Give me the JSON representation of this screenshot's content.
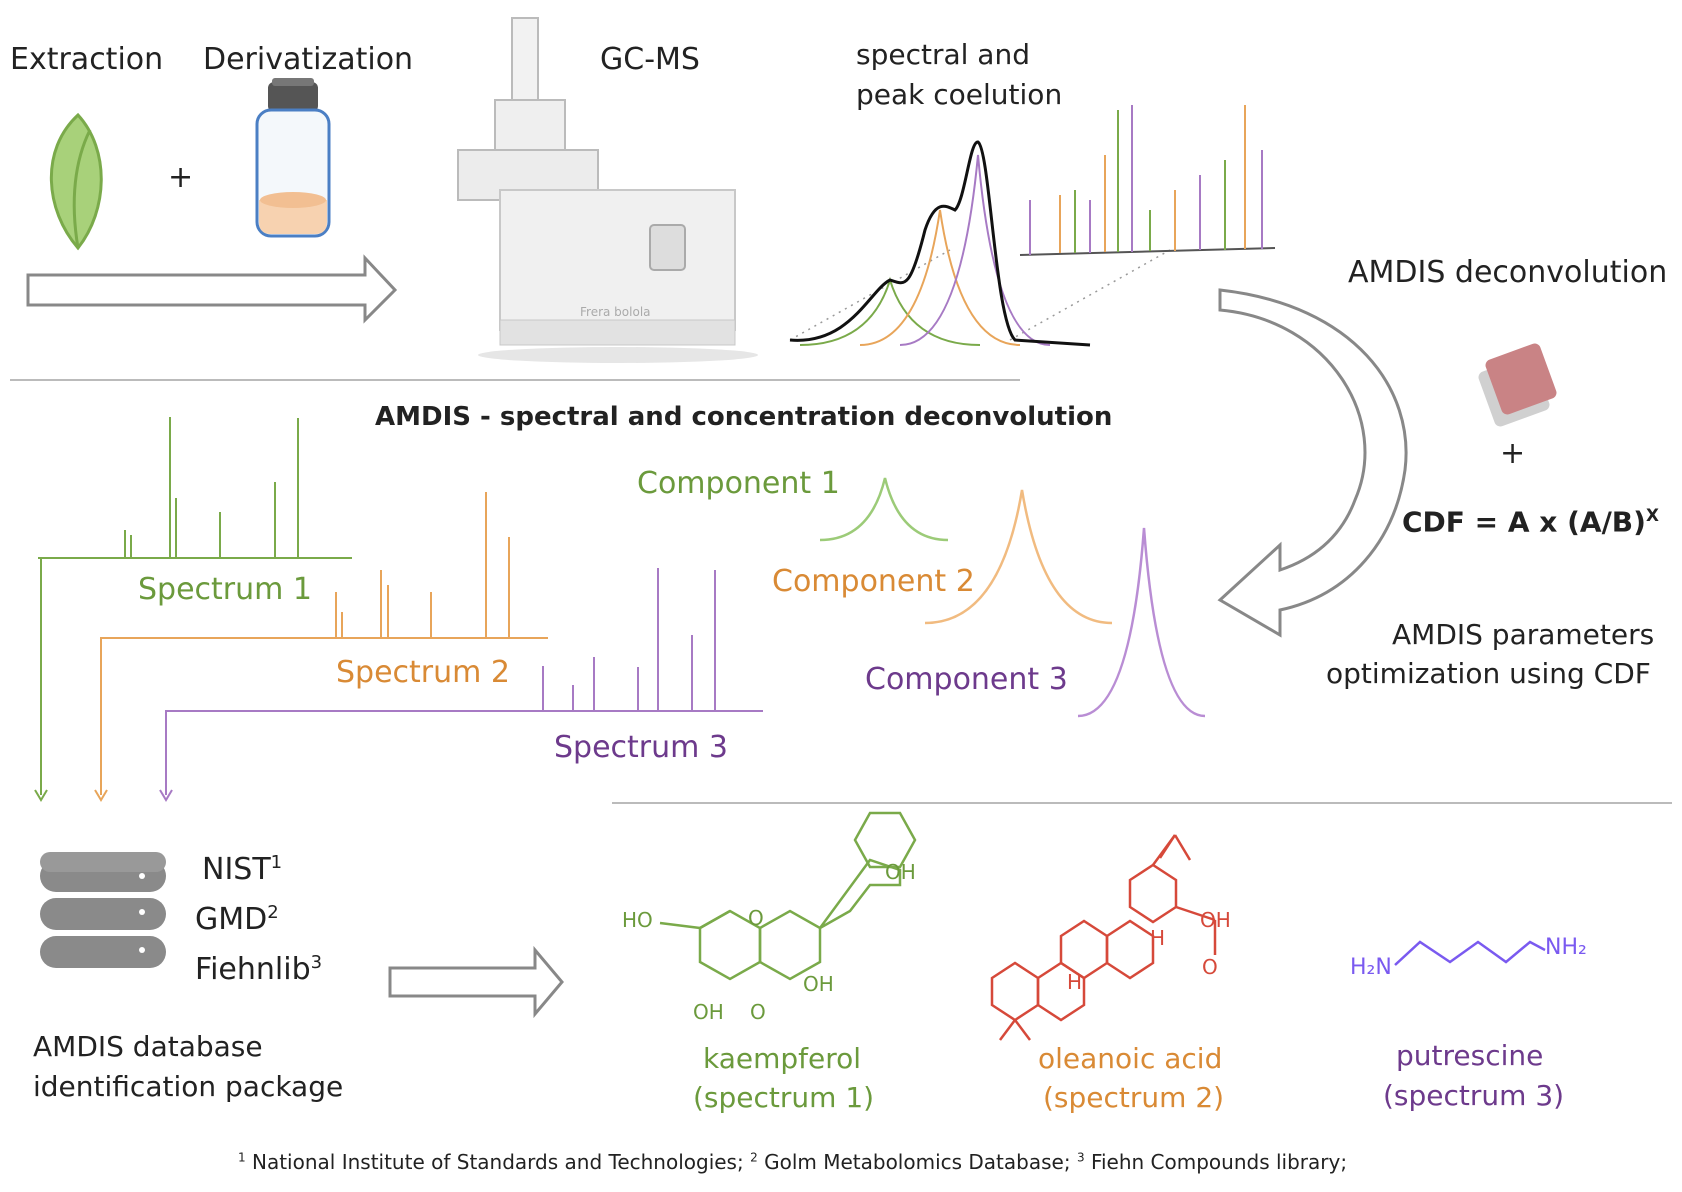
{
  "top": {
    "extraction": "Extraction",
    "derivatization": "Derivatization",
    "plus": "+",
    "gcms": "GC-MS",
    "instrument_label": "Frera bolola",
    "coelution_line1": "spectral and",
    "coelution_line2": "peak coelution",
    "amdis_deconvolution": "AMDIS deconvolution"
  },
  "middle": {
    "title": "AMDIS - spectral and concentration deconvolution",
    "spectrum_1": "Spectrum 1",
    "spectrum_2": "Spectrum 2",
    "spectrum_3": "Spectrum 3",
    "component_1": "Component 1",
    "component_2": "Component 2",
    "component_3": "Component 3",
    "plus": "+",
    "cdf_formula": "CDF = A x (A/B)",
    "cdf_exponent": "X",
    "param_line1": "AMDIS parameters",
    "param_line2": "optimization using CDF"
  },
  "bottom": {
    "db_nist": "NIST",
    "db_nist_sup": "1",
    "db_gmd": "GMD",
    "db_gmd_sup": "2",
    "db_fiehn": "Fiehnlib",
    "db_fiehn_sup": "3",
    "package_line1": "AMDIS database",
    "package_line2": "identification package",
    "compounds": [
      {
        "name": "kaempferol",
        "spectrum": "(spectrum 1)"
      },
      {
        "name": "oleanoic acid",
        "spectrum": "(spectrum 2)"
      },
      {
        "name": "putrescine",
        "spectrum": "(spectrum 3)"
      }
    ],
    "chem": {
      "oh": "OH",
      "ho": "HO",
      "o": "O",
      "h": "H",
      "h2n": "H₂N",
      "nh2": "NH₂"
    }
  },
  "footnote": {
    "sup1": "1",
    "text1": "National Institute of Standards and Technologies;",
    "sup2": "2",
    "text2": "Golm Metabolomics Database;",
    "sup3": "3",
    "text3": "Fiehn Compounds library;"
  },
  "colors": {
    "green": "#7aaa4a",
    "orange": "#e8a55a",
    "purple": "#a77ac4",
    "red": "#d6493a",
    "gray": "#8a8a8a"
  }
}
